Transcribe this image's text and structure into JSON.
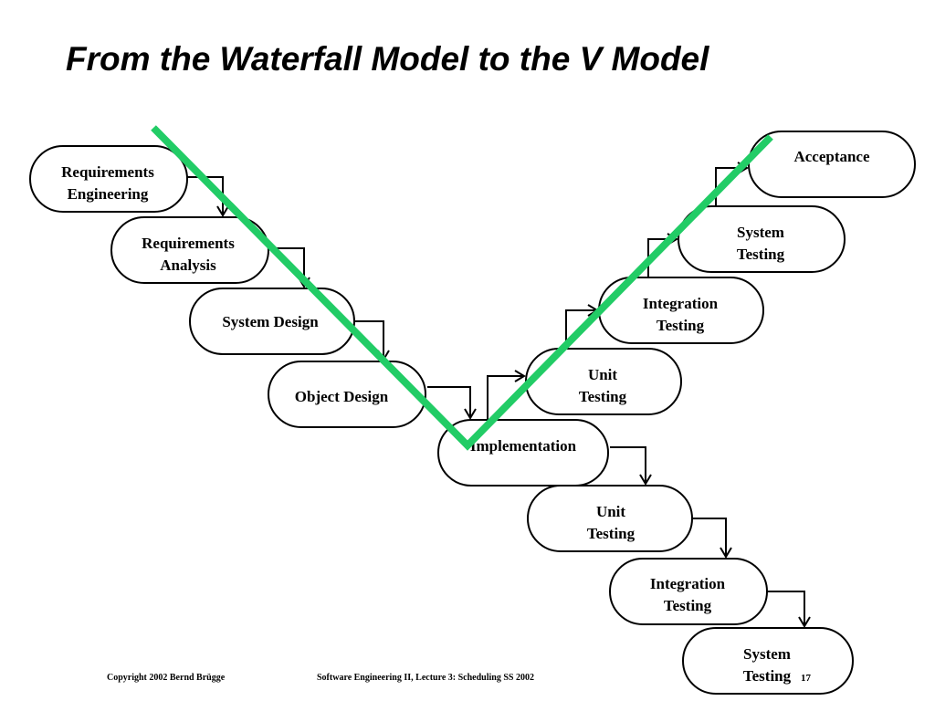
{
  "slide": {
    "title": "From the Waterfall Model to the V Model"
  },
  "diagram": {
    "nodes": [
      {
        "id": "req-eng",
        "lines": [
          "Requirements",
          "Engineering"
        ]
      },
      {
        "id": "req-analysis",
        "lines": [
          "Requirements",
          "Analysis"
        ]
      },
      {
        "id": "system-design",
        "lines": [
          "System Design"
        ]
      },
      {
        "id": "object-design",
        "lines": [
          "Object Design"
        ]
      },
      {
        "id": "implementation",
        "lines": [
          "Implementation"
        ]
      },
      {
        "id": "unit-testing-low",
        "lines": [
          "Unit",
          "Testing"
        ]
      },
      {
        "id": "integration-testing-low",
        "lines": [
          "Integration",
          "Testing"
        ]
      },
      {
        "id": "system-testing-low",
        "lines": [
          "System",
          "Testing"
        ]
      },
      {
        "id": "unit-testing-high",
        "lines": [
          "Unit",
          "Testing"
        ]
      },
      {
        "id": "integration-testing-high",
        "lines": [
          "Integration",
          "Testing"
        ]
      },
      {
        "id": "system-testing-high",
        "lines": [
          "System",
          "Testing"
        ]
      },
      {
        "id": "acceptance",
        "lines": [
          "Acceptance"
        ]
      }
    ],
    "v_color": "#22cc66"
  },
  "footer": {
    "copyright": "Copyright  2002  Bernd Brügge",
    "course": "Software  Engineering II, Lecture 3: Scheduling  SS 2002",
    "page": "17"
  }
}
